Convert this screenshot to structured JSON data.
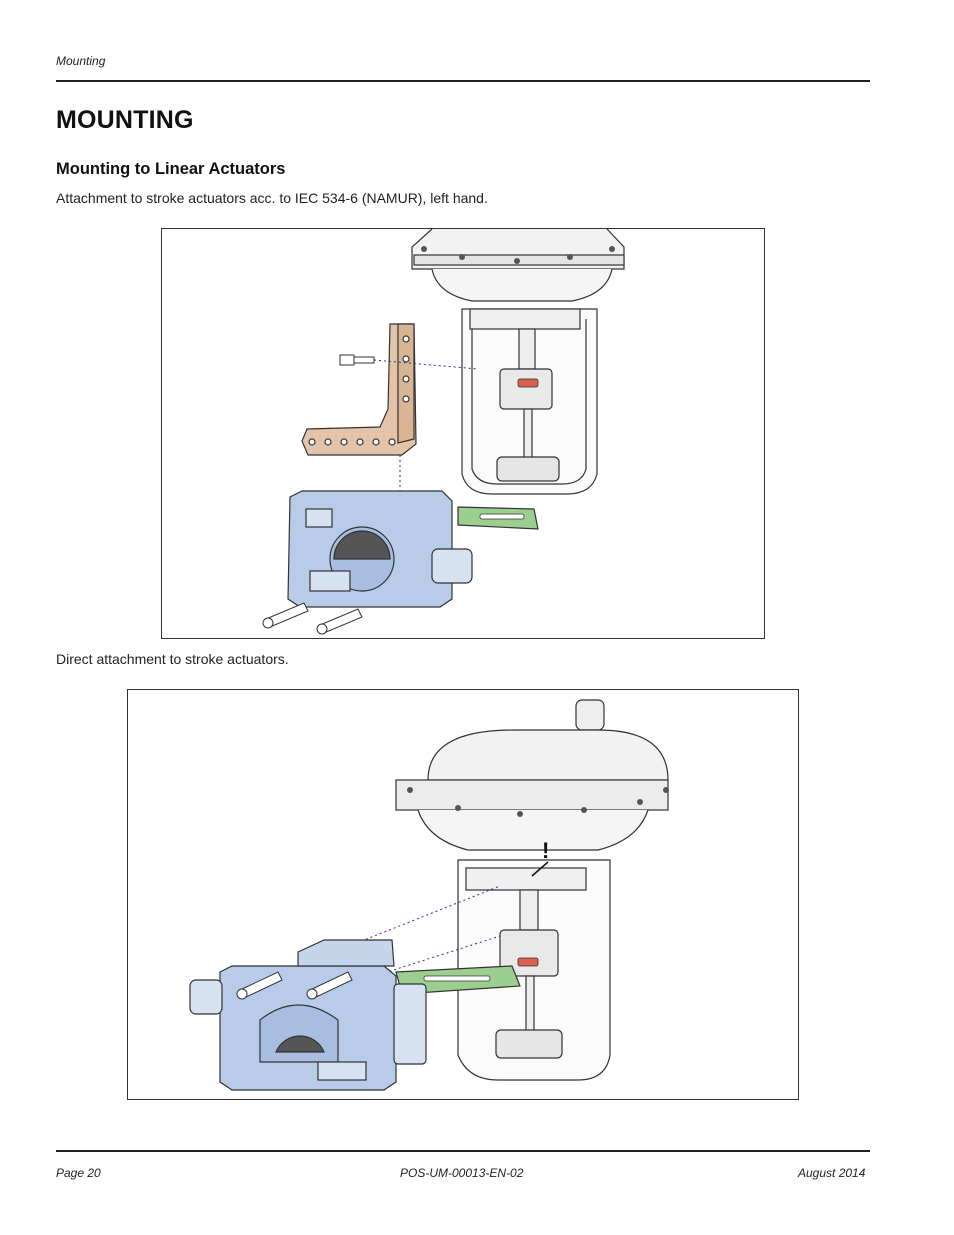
{
  "header": {
    "running_head": "Mounting"
  },
  "page_title": "MOUNTING",
  "section": {
    "heading": "Mounting to Linear Actuators",
    "figure1_caption": "Attachment to stroke actuators acc. to IEC 534-6 (NAMUR), left hand.",
    "figure2_caption": "Direct attachment to stroke actuators."
  },
  "figure2": {
    "warning_mark": "!"
  },
  "footer": {
    "page": "Page 20",
    "doc_id": "POS-UM-00013-EN-02",
    "date": "August 2014"
  },
  "colors": {
    "positioner_blue": "#b8cbe8",
    "bracket_tan": "#e3c4aa",
    "lever_green": "#9ccf8f",
    "accent_red": "#d9604a"
  }
}
